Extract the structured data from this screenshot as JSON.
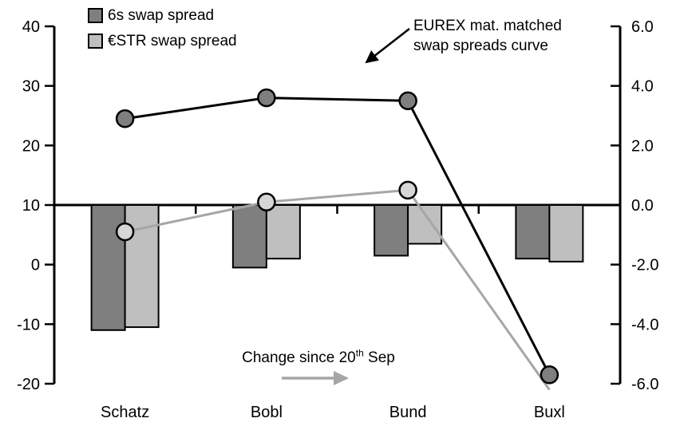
{
  "chart_data": {
    "type": "bar",
    "subtype": "combo-bar-line",
    "title": "",
    "categories": [
      "Schatz",
      "Bobl",
      "Bund",
      "Buxl"
    ],
    "bar_series": [
      {
        "name": "6s swap spread",
        "color": "#7f7f7f",
        "axis": "right",
        "values": [
          -4.2,
          -2.1,
          -1.7,
          -1.8
        ]
      },
      {
        "name": "€STR swap spread",
        "color": "#bfbfbf",
        "axis": "right",
        "values": [
          -4.1,
          -1.8,
          -1.3,
          -1.9
        ]
      }
    ],
    "line_series": [
      {
        "name": "EUREX mat. matched swap spreads curve",
        "color": "#000000",
        "marker_fill": "#7f7f7f",
        "axis": "right",
        "values": [
          2.9,
          3.6,
          3.5,
          -5.7
        ],
        "markers": [
          true,
          true,
          true,
          true
        ]
      },
      {
        "name": "Change since 20th Sep",
        "color": "#a6a6a6",
        "marker_fill": "#d6d6d6",
        "axis": "right",
        "values": [
          -0.9,
          0.1,
          0.5,
          -6.2
        ],
        "markers": [
          true,
          true,
          true,
          false
        ]
      }
    ],
    "left_axis": {
      "min": -20,
      "max": 40,
      "tick_labels": [
        "40",
        "30",
        "20",
        "10",
        "0",
        "-10",
        "-20"
      ]
    },
    "right_axis": {
      "min": -6.0,
      "max": 6.0,
      "tick_labels": [
        "6.0",
        "4.0",
        "2.0",
        "0.0",
        "-2.0",
        "-4.0",
        "-6.0"
      ]
    },
    "axes_alignment": "left-axis value 10 aligns with right-axis value 0.0 (bar baseline / zero line)",
    "grid": false,
    "legend_position": "top-left-inside"
  },
  "legend": {
    "items": [
      {
        "label": "6s swap spread",
        "swatch_color": "#7f7f7f"
      },
      {
        "label": "€STR swap spread",
        "swatch_color": "#bfbfbf"
      }
    ]
  },
  "annotations": {
    "curve_label": {
      "line1": "EUREX mat. matched",
      "line2": "swap spreads curve"
    },
    "change_label": {
      "prefix": "Change since 20",
      "sup": "th",
      "suffix": " Sep"
    }
  },
  "colors": {
    "black": "#000000",
    "dark_gray": "#7f7f7f",
    "light_gray": "#bfbfbf",
    "gray_line": "#a6a6a6",
    "gray_marker_fill": "#d6d6d6",
    "background": "#ffffff"
  }
}
